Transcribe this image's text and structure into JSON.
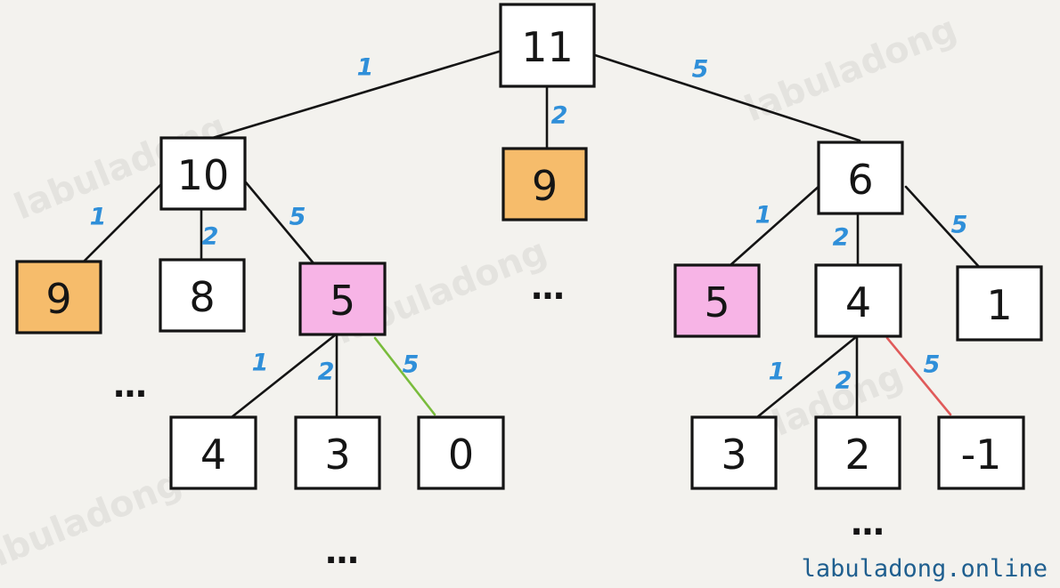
{
  "colors": {
    "default": "#ffffff",
    "orange": "#f6bc6b",
    "pink": "#f7b4e6",
    "black_edge": "#141414",
    "green_edge": "#79bc3c",
    "red_edge": "#e05a5a",
    "edge_label": "#2f8fd9"
  },
  "nodes": [
    {
      "id": "root",
      "label": "11",
      "fill": "default"
    },
    {
      "id": "n10",
      "label": "10",
      "fill": "default"
    },
    {
      "id": "n9mid",
      "label": "9",
      "fill": "orange"
    },
    {
      "id": "n6",
      "label": "6",
      "fill": "default"
    },
    {
      "id": "n9left",
      "label": "9",
      "fill": "orange"
    },
    {
      "id": "n8",
      "label": "8",
      "fill": "default"
    },
    {
      "id": "n5left",
      "label": "5",
      "fill": "pink"
    },
    {
      "id": "n5right",
      "label": "5",
      "fill": "pink"
    },
    {
      "id": "n4mid",
      "label": "4",
      "fill": "default"
    },
    {
      "id": "n1",
      "label": "1",
      "fill": "default"
    },
    {
      "id": "n4low",
      "label": "4",
      "fill": "default"
    },
    {
      "id": "n3left",
      "label": "3",
      "fill": "default"
    },
    {
      "id": "n0",
      "label": "0",
      "fill": "default"
    },
    {
      "id": "n3right",
      "label": "3",
      "fill": "default"
    },
    {
      "id": "n2",
      "label": "2",
      "fill": "default"
    },
    {
      "id": "nneg1",
      "label": "-1",
      "fill": "default"
    }
  ],
  "edges": [
    {
      "from": "root",
      "to": "n10",
      "label": "1",
      "color": "black_edge"
    },
    {
      "from": "root",
      "to": "n9mid",
      "label": "2",
      "color": "black_edge"
    },
    {
      "from": "root",
      "to": "n6",
      "label": "5",
      "color": "black_edge"
    },
    {
      "from": "n10",
      "to": "n9left",
      "label": "1",
      "color": "black_edge"
    },
    {
      "from": "n10",
      "to": "n8",
      "label": "2",
      "color": "black_edge"
    },
    {
      "from": "n10",
      "to": "n5left",
      "label": "5",
      "color": "black_edge"
    },
    {
      "from": "n6",
      "to": "n5right",
      "label": "1",
      "color": "black_edge"
    },
    {
      "from": "n6",
      "to": "n4mid",
      "label": "2",
      "color": "black_edge"
    },
    {
      "from": "n6",
      "to": "n1",
      "label": "5",
      "color": "black_edge"
    },
    {
      "from": "n5left",
      "to": "n4low",
      "label": "1",
      "color": "black_edge"
    },
    {
      "from": "n5left",
      "to": "n3left",
      "label": "2",
      "color": "black_edge"
    },
    {
      "from": "n5left",
      "to": "n0",
      "label": "5",
      "color": "green_edge"
    },
    {
      "from": "n4mid",
      "to": "n3right",
      "label": "1",
      "color": "black_edge"
    },
    {
      "from": "n4mid",
      "to": "n2",
      "label": "2",
      "color": "black_edge"
    },
    {
      "from": "n4mid",
      "to": "nneg1",
      "label": "5",
      "color": "red_edge"
    }
  ],
  "ellipses": [
    {
      "id": "under-9-left",
      "text": "..."
    },
    {
      "id": "under-9-mid",
      "text": "..."
    },
    {
      "id": "under-5-left-subtree",
      "text": "..."
    },
    {
      "id": "under-4-right-subtree",
      "text": "..."
    }
  ],
  "watermark_text": "labuladong",
  "site_label": "labuladong.online"
}
